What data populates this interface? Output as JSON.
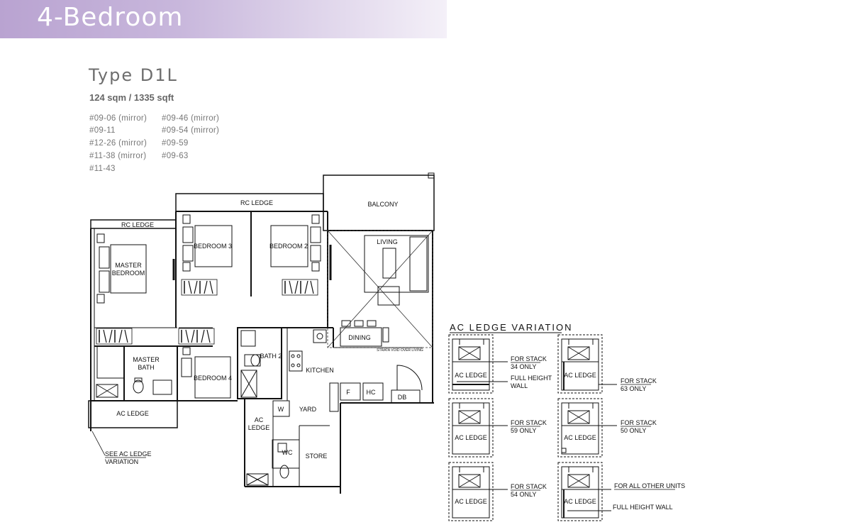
{
  "header": {
    "title": "4-Bedroom"
  },
  "unit_type": {
    "title": "Type D1L",
    "area": "124 sqm / 1335 sqft",
    "units_left": [
      "#09-06 (mirror)",
      "#09-11",
      "#12-26 (mirror)",
      "#11-38 (mirror)",
      "#11-43"
    ],
    "units_right": [
      "#09-46 (mirror)",
      "#09-54 (mirror)",
      "#09-59",
      "#09-63"
    ]
  },
  "floor_plan": {
    "rc_ledge_top": "RC LEDGE",
    "rc_ledge_left": "RC LEDGE",
    "balcony": "BALCONY",
    "master_bedroom": [
      "MASTER",
      "BEDROOM"
    ],
    "bedroom_3": "BEDROOM 3",
    "bedroom_2": "BEDROOM 2",
    "living": "LIVING",
    "dining": "DINING",
    "strata_void": "STRATA VOID OVER LIVING",
    "master_bath": [
      "MASTER",
      "BATH"
    ],
    "bedroom_4": "BEDROOM 4",
    "bath_2": "BATH 2",
    "kitchen": "KITCHEN",
    "fridge": "F",
    "hc": "HC",
    "db": "DB",
    "washer": "W",
    "yard": "YARD",
    "ac_ledge_main": "AC LEDGE",
    "ac_ledge_yard": [
      "AC",
      "LEDGE"
    ],
    "wc": "WC",
    "store": "STORE",
    "see_variation": [
      "SEE AC LEDGE",
      "VARIATION"
    ]
  },
  "ac_variation": {
    "title": "AC LEDGE VARIATION",
    "ac_ledge_label": "AC LEDGE",
    "full_height_wall": "FULL HEIGHT WALL",
    "items": [
      {
        "lines": [
          "FOR STACK",
          "34 ONLY"
        ],
        "extra": [
          "FULL HEIGHT",
          "WALL"
        ]
      },
      {
        "lines": [
          "FOR STACK",
          "63 ONLY"
        ]
      },
      {
        "lines": [
          "FOR STACK",
          "59 ONLY"
        ]
      },
      {
        "lines": [
          "FOR STACK",
          "50 ONLY"
        ]
      },
      {
        "lines": [
          "FOR STACK",
          "54 ONLY"
        ]
      },
      {
        "lines": [
          "FOR ALL OTHER UNITS"
        ],
        "extra": [
          "FULL HEIGHT WALL"
        ]
      }
    ]
  }
}
